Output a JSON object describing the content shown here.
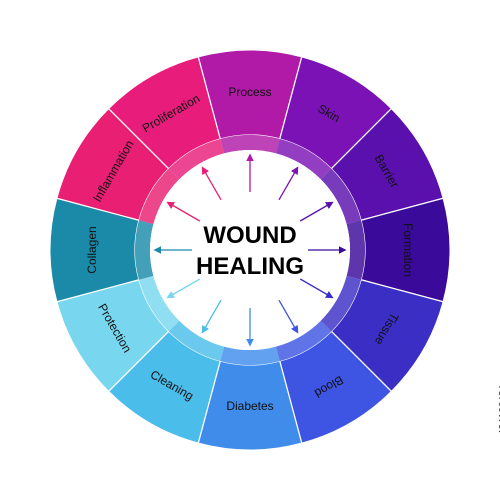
{
  "center": {
    "line1": "WOUND",
    "line2": "HEALING"
  },
  "segments": [
    {
      "label": "Process",
      "color": "#b01aa6"
    },
    {
      "label": "Skin",
      "color": "#7a12b5"
    },
    {
      "label": "Barrier",
      "color": "#5a10ad"
    },
    {
      "label": "Formation",
      "color": "#3a0a9a"
    },
    {
      "label": "Tissue",
      "color": "#3b2ec5"
    },
    {
      "label": "Blood",
      "color": "#3d55e2"
    },
    {
      "label": "Diabetes",
      "color": "#3f8ceb"
    },
    {
      "label": "Cleaning",
      "color": "#4bbdea"
    },
    {
      "label": "Protection",
      "color": "#78d7ef"
    },
    {
      "label": "Collagen",
      "color": "#1b8aa8"
    },
    {
      "label": "Inflammation",
      "color": "#e81f72"
    },
    {
      "label": "Proliferation",
      "color": "#e81d7b"
    }
  ],
  "stock_id": "424166424"
}
